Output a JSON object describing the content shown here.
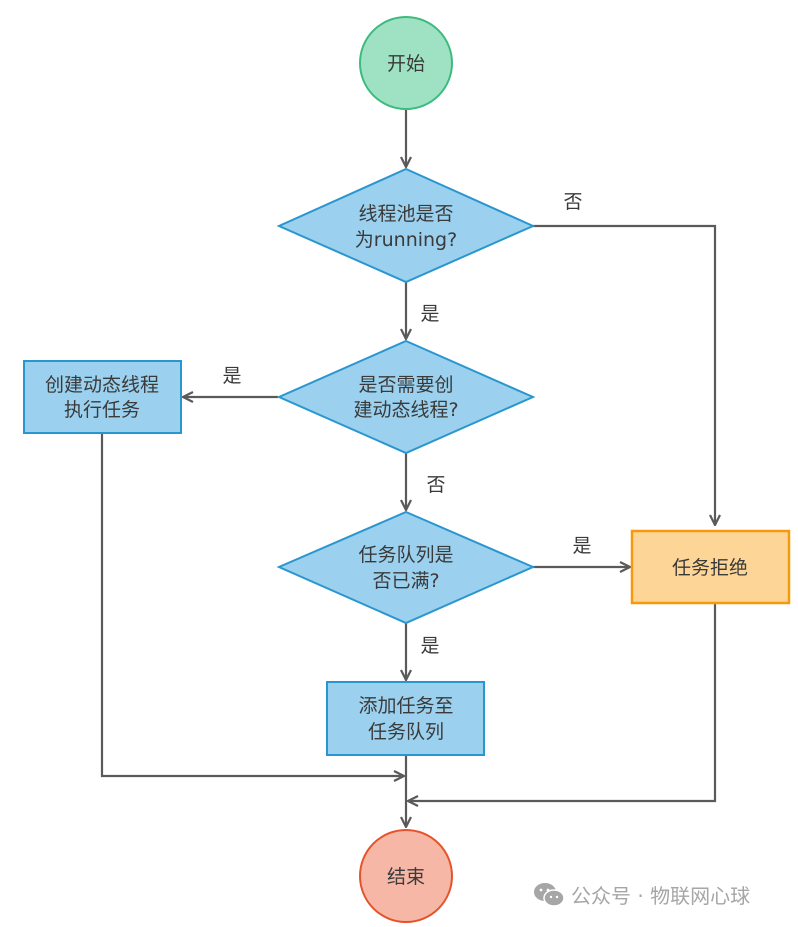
{
  "colors": {
    "start_fill": "#9ee2c3",
    "start_stroke": "#3dba7e",
    "decision_fill": "#9bd1ee",
    "decision_stroke": "#2a96cf",
    "process_fill": "#9bd1ee",
    "process_stroke": "#2a96cf",
    "reject_fill": "#fdd597",
    "reject_stroke": "#f7990d",
    "end_fill": "#f6b7a6",
    "end_stroke": "#e5532b",
    "line": "#5a5a5a",
    "text": "#3a3a3a",
    "watermark": "#a6a6a6"
  },
  "nodes": {
    "start": {
      "label": "开始"
    },
    "is_running": {
      "line1": "线程池是否",
      "line2": "为running?"
    },
    "need_dynamic": {
      "line1": "是否需要创",
      "line2": "建动态线程?"
    },
    "create_dynamic": {
      "line1": "创建动态线程",
      "line2": "执行任务"
    },
    "queue_full": {
      "line1": "任务队列是",
      "line2": "否已满?"
    },
    "reject": {
      "label": "任务拒绝"
    },
    "add_queue": {
      "line1": "添加任务至",
      "line2": "任务队列"
    },
    "end": {
      "label": "结束"
    }
  },
  "edges": {
    "running_no": "否",
    "running_yes": "是",
    "dynamic_yes": "是",
    "dynamic_no": "否",
    "queue_full_yes": "是",
    "queue_full_no": "是"
  },
  "watermark": {
    "icon": "wechat-icon",
    "text": "公众号 · 物联网心球"
  }
}
